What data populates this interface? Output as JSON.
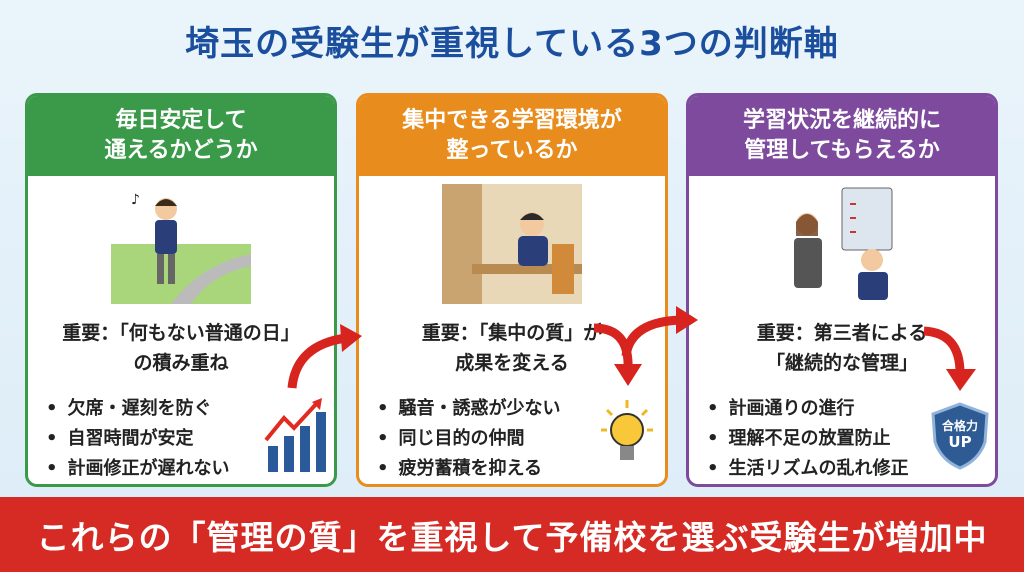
{
  "title": "埼玉の受験生が重視している3つの判断軸",
  "cards": [
    {
      "header": "毎日安定して\n通えるかどうか",
      "important_line1": "重要：「何もない普通の日」",
      "important_line2": "の積み重ね",
      "items": [
        "欠席・遅刻を防ぐ",
        "自習時間が安定",
        "計画修正が遅れない"
      ],
      "icon": "rising-chart-icon"
    },
    {
      "header": "集中できる学習環境が\n整っているか",
      "important_line1": "重要：「集中の質」が",
      "important_line2": "成果を変える",
      "items": [
        "騒音・誘惑が少ない",
        "同じ目的の仲間",
        "疲労蓄積を抑える"
      ],
      "icon": "lightbulb-icon"
    },
    {
      "header": "学習状況を継続的に\n管理してもらえるか",
      "important_line1": "重要：第三者による",
      "important_line2": "「継続的な管理」",
      "items": [
        "計画通りの進行",
        "理解不足の放置防止",
        "生活リズムの乱れ修正"
      ],
      "icon": "shield-icon",
      "badge_line1": "合格力",
      "badge_line2": "UP"
    }
  ],
  "footer": "これらの「管理の質」を重視して予備校を選ぶ受験生が増加中",
  "colors": {
    "title": "#1b4f9e",
    "green": "#3b9a4a",
    "orange": "#e88c1e",
    "purple": "#7d4a9e",
    "footer": "#d52b24"
  }
}
